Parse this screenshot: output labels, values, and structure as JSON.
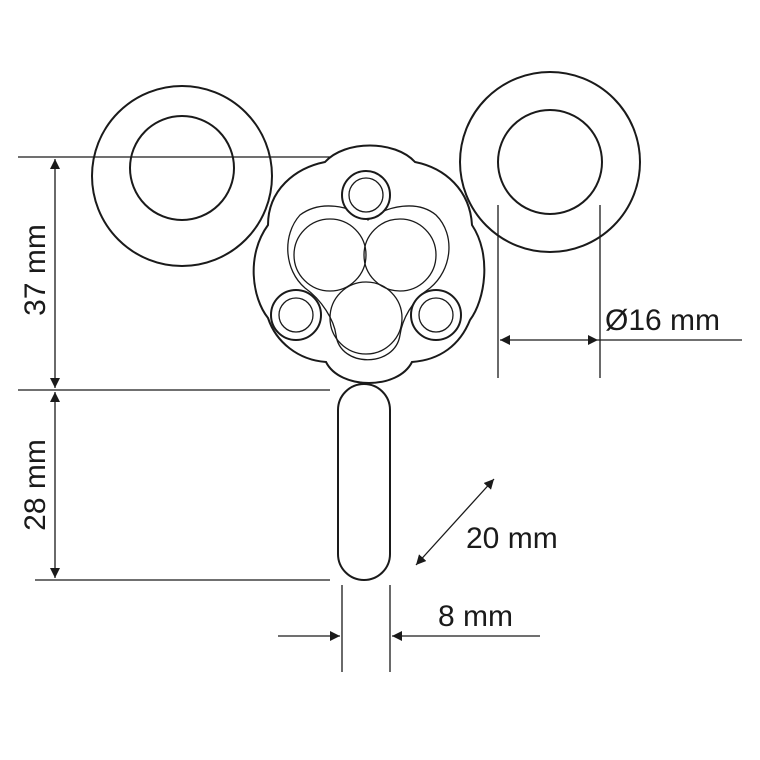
{
  "diagram": {
    "stroke_color": "#1a1a1a",
    "background": "#ffffff",
    "dimensions": {
      "upper_height": "37 mm",
      "lower_height": "28 mm",
      "hole_diameter": "Ø16 mm",
      "slot_opening": "20 mm",
      "bar_width": "8 mm"
    }
  }
}
